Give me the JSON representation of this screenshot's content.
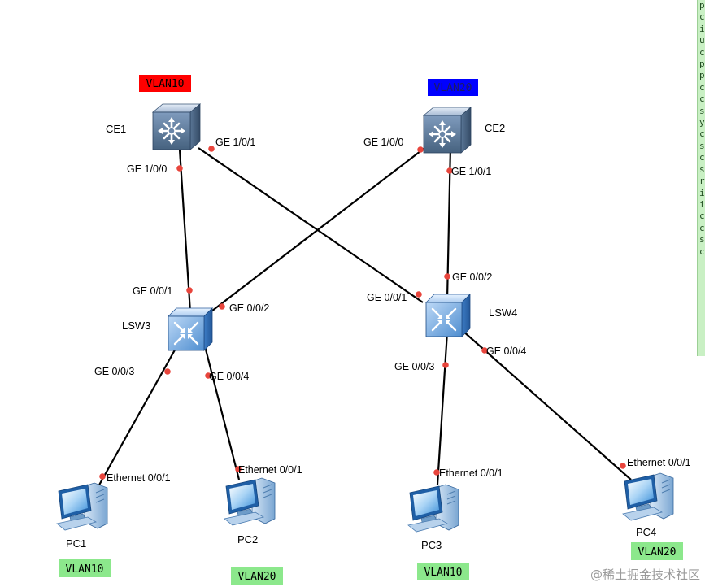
{
  "devices": {
    "ce1": {
      "name": "CE1",
      "vlan_tag": "VLAN10"
    },
    "ce2": {
      "name": "CE2",
      "vlan_tag": "VLAN20"
    },
    "lsw3": {
      "name": "LSW3"
    },
    "lsw4": {
      "name": "LSW4"
    },
    "pc1": {
      "name": "PC1",
      "vlan_tag": "VLAN10"
    },
    "pc2": {
      "name": "PC2",
      "vlan_tag": "VLAN20"
    },
    "pc3": {
      "name": "PC3",
      "vlan_tag": "VLAN10"
    },
    "pc4": {
      "name": "PC4",
      "vlan_tag": "VLAN20"
    }
  },
  "ports": {
    "ce1_ge100": "GE 1/0/0",
    "ce1_ge101": "GE 1/0/1",
    "ce2_ge100": "GE 1/0/0",
    "ce2_ge101": "GE 1/0/1",
    "lsw3_ge001": "GE 0/0/1",
    "lsw3_ge002": "GE 0/0/2",
    "lsw3_ge003": "GE 0/0/3",
    "lsw3_ge004": "GE 0/0/4",
    "lsw4_ge001": "GE 0/0/1",
    "lsw4_ge002": "GE 0/0/2",
    "lsw4_ge003": "GE 0/0/3",
    "lsw4_ge004": "GE 0/0/4",
    "pc1_eth": "Ethernet 0/0/1",
    "pc2_eth": "Ethernet 0/0/1",
    "pc3_eth": "Ethernet 0/0/1",
    "pc4_eth": "Ethernet 0/0/1"
  },
  "side_panel_chars": [
    "p",
    "c",
    "i",
    "u",
    "c",
    "p",
    "p",
    "c",
    "c",
    "s",
    "y",
    "c",
    "s",
    "c",
    "s",
    "r",
    "i",
    "i",
    "c",
    "c",
    "s",
    "c"
  ],
  "watermark": "@稀土掘金技术社区",
  "colors": {
    "vlan10_red": "#ff0000",
    "vlan20_blue": "#0000ff",
    "vlan_green": "#8ce88c",
    "link": "#000000",
    "port_dot": "#e8453c"
  }
}
